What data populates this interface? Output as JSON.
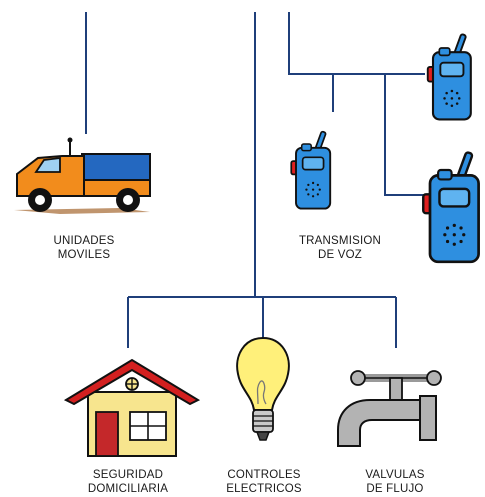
{
  "labels": {
    "vehicles": [
      "UNIDADES",
      "MOVILES"
    ],
    "radio": [
      "TRANSMISION",
      "DE VOZ"
    ],
    "home": [
      "SEGURIDAD",
      "DOMICILIARIA"
    ],
    "bulb": [
      "CONTROLES",
      "ELECTRICOS"
    ],
    "valve": [
      "VALVULAS",
      "DE FLUJO"
    ]
  },
  "colors": {
    "line": "#1f3f7a",
    "truck_body": "#f28c1c",
    "truck_cargo": "#2468c0",
    "radio_body": "#2e8fe0",
    "radio_clip": "#e02020",
    "house_wall": "#f7e58e",
    "house_roof": "#d32020",
    "house_door": "#c4282a",
    "bulb_glass": "#fff07a",
    "faucet": "#9a9a9a"
  },
  "icons": [
    "truck-icon",
    "walkie-talkie-icon",
    "house-icon",
    "light-bulb-icon",
    "faucet-icon"
  ]
}
